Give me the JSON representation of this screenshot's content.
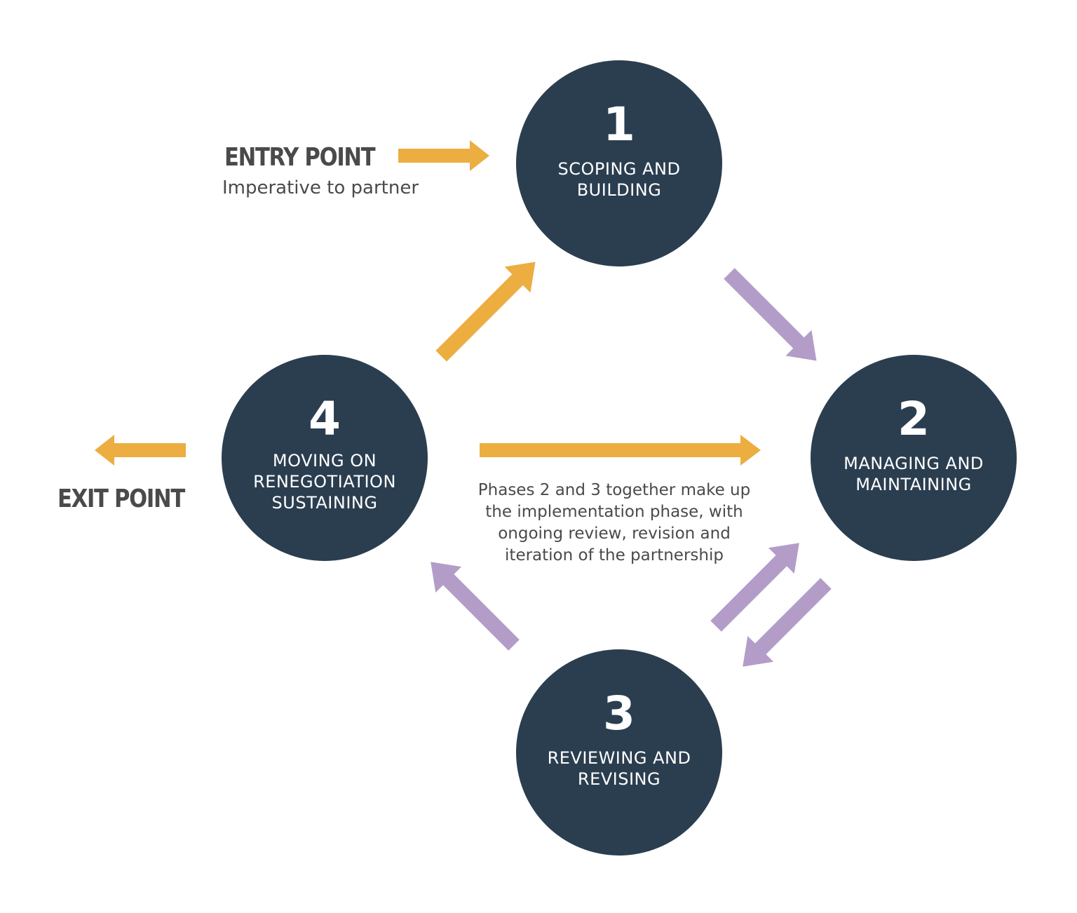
{
  "colors": {
    "circle": "#2b3e50",
    "orange_arrow": "#ecad41",
    "purple_arrow": "#b39dc8",
    "label_text": "#4a4a4a"
  },
  "entry": {
    "title": "ENTRY POINT",
    "subtitle": "Imperative to partner"
  },
  "exit": {
    "title": "EXIT POINT"
  },
  "phases": [
    {
      "number": "1",
      "label": "SCOPING AND\nBUILDING"
    },
    {
      "number": "2",
      "label": "MANAGING AND\nMAINTAINING"
    },
    {
      "number": "3",
      "label": "REVIEWING AND\nREVISING"
    },
    {
      "number": "4",
      "label": "MOVING ON\nRENEGOTIATION\nSUSTAINING"
    }
  ],
  "note": {
    "lines": [
      "Phases 2 and 3 together make up",
      "the implementation phase, with",
      "ongoing review, revision and",
      "iteration of the partnership"
    ]
  },
  "arrows": [
    {
      "name": "entry-arrow",
      "from": "entry",
      "to": "phase-1",
      "color": "orange"
    },
    {
      "name": "arrow-1-to-2",
      "from": "phase-1",
      "to": "phase-2",
      "color": "purple"
    },
    {
      "name": "arrow-2-to-3",
      "from": "phase-2",
      "to": "phase-3",
      "color": "purple"
    },
    {
      "name": "arrow-3-to-2",
      "from": "phase-3",
      "to": "phase-2",
      "color": "purple"
    },
    {
      "name": "arrow-3-to-4",
      "from": "phase-3",
      "to": "phase-4",
      "color": "purple"
    },
    {
      "name": "arrow-4-to-1",
      "from": "phase-4",
      "to": "phase-1",
      "color": "orange"
    },
    {
      "name": "arrow-4-to-2",
      "from": "phase-4",
      "to": "phase-2",
      "color": "orange"
    },
    {
      "name": "exit-arrow",
      "from": "phase-4",
      "to": "exit",
      "color": "orange"
    }
  ]
}
